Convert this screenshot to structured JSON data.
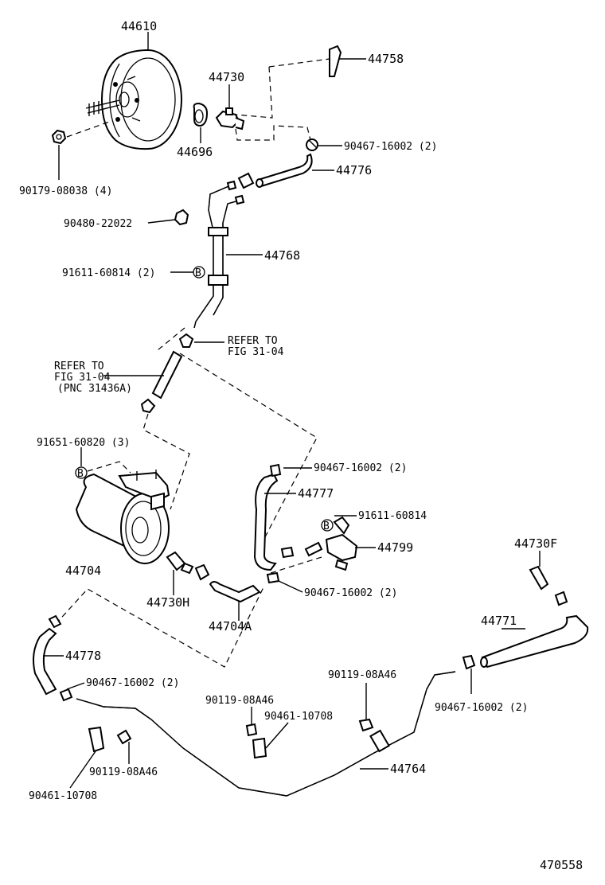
{
  "parts": {
    "p44610": "44610",
    "p44730": "44730",
    "p44758": "44758",
    "p44696": "44696",
    "p90467_a": "90467-16002 (2)",
    "p90179": "90179-08038 (4)",
    "p44776": "44776",
    "p90480": "90480-22022",
    "p44768": "44768",
    "p91611_a": "91611-60814 (2)",
    "refer1_l1": "REFER TO",
    "refer1_l2": "FIG 31-04",
    "refer2_l1": "REFER TO",
    "refer2_l2": "FIG 31-04",
    "refer2_l3": "(PNC 31436A)",
    "p91651": "91651-60820 (3)",
    "p90467_b": "90467-16002 (2)",
    "p44777": "44777",
    "p91611_b": "91611-60814",
    "p44799": "44799",
    "p44730F": "44730F",
    "p44704": "44704",
    "p44730H": "44730H",
    "p44704A": "44704A",
    "p90467_c": "90467-16002 (2)",
    "p44771": "44771",
    "p44778": "44778",
    "p90467_d": "90467-16002 (2)",
    "p90119_a": "90119-08A46",
    "p90119_b": "90119-08A46",
    "p90461_a": "90461-10708",
    "p90467_e": "90467-16002 (2)",
    "p44764": "44764",
    "p90119_c": "90119-08A46",
    "p90461_b": "90461-10708",
    "markB": "B",
    "figure_number": "470558"
  }
}
